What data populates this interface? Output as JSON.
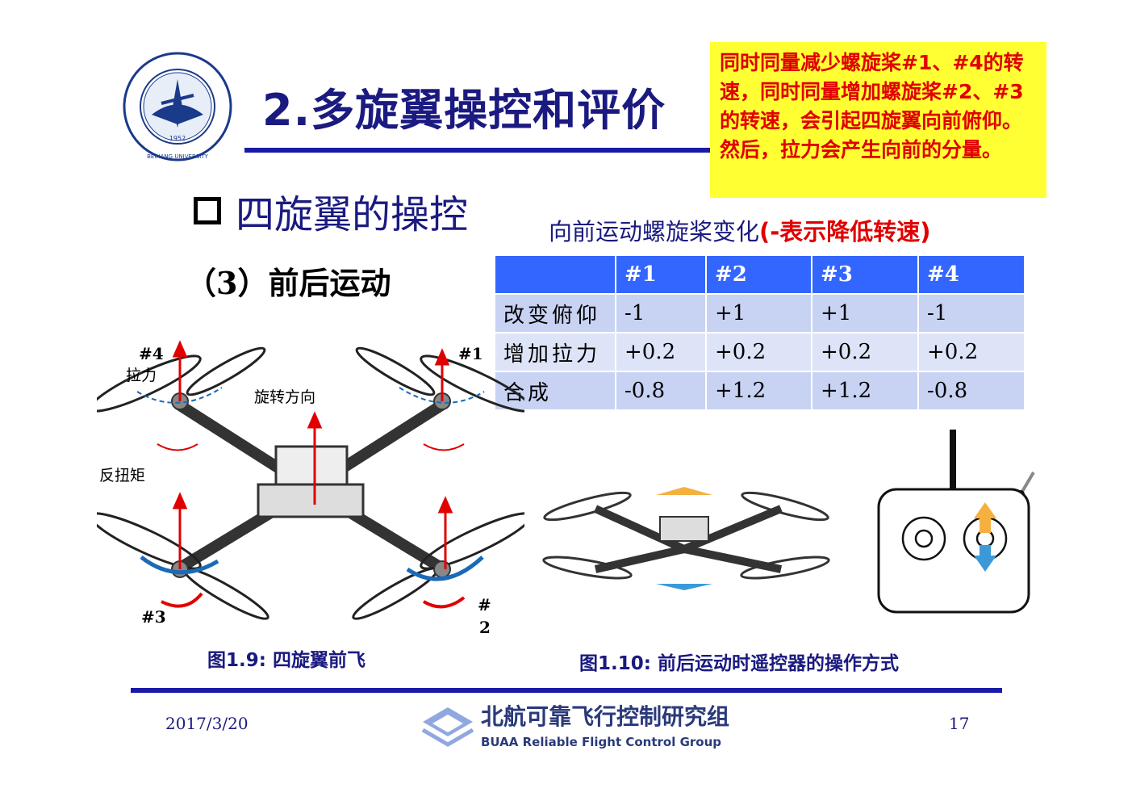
{
  "header": {
    "title": "2.多旋翼操控和评价",
    "logo_text": "BEIHANG UNIVERSITY",
    "logo_year": "1952"
  },
  "note": "同时同量减少螺旋桨#1、#4的转速，同时同量增加螺旋桨#2、#3的转速，会引起四旋翼向前俯仰。然后，拉力会产生向前的分量。",
  "section": {
    "title": "四旋翼的操控",
    "subtitle": "（3）前后运动"
  },
  "table": {
    "caption_main": "向前运动螺旋桨变化",
    "caption_note": "(-表示降低转速)",
    "headers": [
      "",
      "#1",
      "#2",
      "#3",
      "#4"
    ],
    "rows": [
      [
        "改变俯仰",
        "-1",
        "+1",
        "+1",
        "-1"
      ],
      [
        "增加拉力",
        "+0.2",
        "+0.2",
        "+0.2",
        "+0.2"
      ],
      [
        "合成",
        "-0.8",
        "+1.2",
        "+1.2",
        "-0.8"
      ]
    ]
  },
  "figure1": {
    "labels": {
      "p4": "#4",
      "p1": "#1",
      "p3": "#3",
      "p2_a": "#",
      "p2_b": "2",
      "thrust": "拉力",
      "rotation": "旋转方向",
      "torque": "反扭矩"
    },
    "caption": "图1.9: 四旋翼前飞"
  },
  "figure2": {
    "caption": "图1.10: 前后运动时遥控器的操作方式"
  },
  "footer": {
    "date": "2017/3/20",
    "page": "17",
    "group_cn": "北航可靠飞行控制研究组",
    "group_en": "BUAA  Reliable Flight Control Group"
  },
  "colors": {
    "title": "#1a1a80",
    "rule": "#1a1aa8",
    "note_bg": "#ffff33",
    "note_text": "#e00000",
    "table_header": "#3366ff"
  }
}
